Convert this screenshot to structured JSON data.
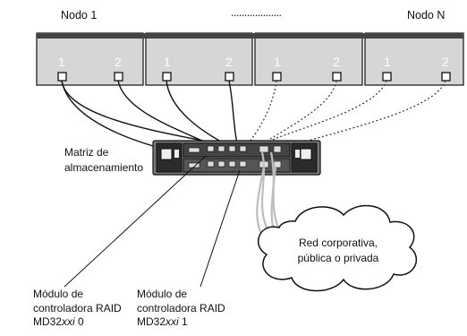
{
  "nodes": {
    "first_label": "Nodo 1",
    "middle_label": "...................",
    "last_label": "Nodo N",
    "port_labels": [
      "1",
      "2",
      "1",
      "2",
      "1",
      "2",
      "1",
      "2"
    ]
  },
  "storage": {
    "label_line1": "Matriz de",
    "label_line2": "almacenamiento"
  },
  "network": {
    "line1": "Red corporativa,",
    "line2": "pública o privada"
  },
  "controllers": [
    {
      "line1": "Módulo de",
      "line2": "controladora RAID",
      "prefix": "MD32",
      "model_italic": "xxi",
      "index": " 0"
    },
    {
      "line1": "Módulo de",
      "line2": "controladora RAID",
      "prefix": "MD32",
      "model_italic": "xxi",
      "index": " 1"
    }
  ],
  "colors": {
    "node_fill": "#d6d6d6",
    "node_border": "#111111",
    "solid_cable": "#111111",
    "dotted_cable": "#333333",
    "network_cable": "#bdbdbd"
  }
}
